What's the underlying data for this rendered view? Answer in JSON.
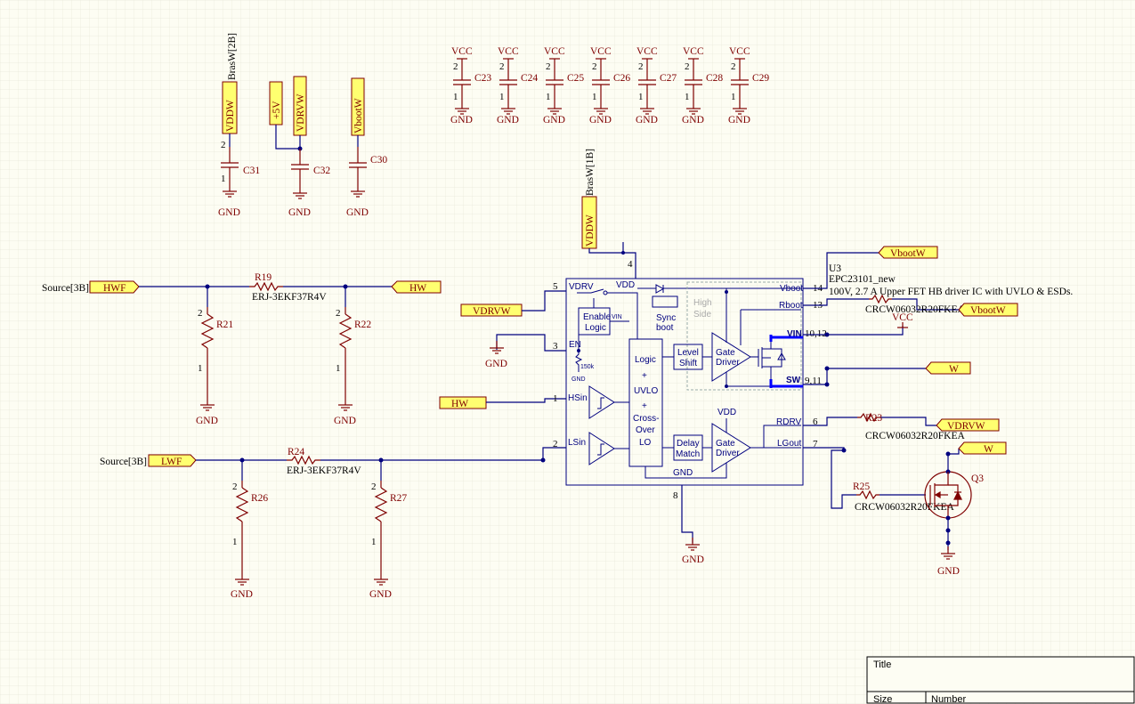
{
  "title_block": {
    "title_label": "Title",
    "size_label": "Size",
    "number_label": "Number"
  },
  "power": {
    "vcc": "VCC",
    "gnd": "GND",
    "p5v": "+5V"
  },
  "ports": {
    "vddw_a": "VDDW",
    "vdrvw_a": "VDRVW",
    "vbootw_a": "VbootW",
    "vddw_b": "VDDW",
    "hwf": "HWF",
    "hw_out": "HW",
    "lwf": "LWF",
    "vdrvw_in": "VDRVW",
    "hw_in": "HW",
    "vbootw_r": "VbootW",
    "vbootw_rboot": "VbootW",
    "w_sw": "W",
    "vdrvw_r": "VDRVW",
    "w_q": "W"
  },
  "sheet_labels": {
    "brasw2b": "BrasW[2B]",
    "brasw1b": "BrasW[1B]",
    "src_hwf": "Source[3B]",
    "src_lwf": "Source[3B]"
  },
  "designators": {
    "c23": "C23",
    "c24": "C24",
    "c25": "C25",
    "c26": "C26",
    "c27": "C27",
    "c28": "C28",
    "c29": "C29",
    "c30": "C30",
    "c31": "C31",
    "c32": "C32",
    "r19": "R19",
    "r21": "R21",
    "r22": "R22",
    "r23": "R23",
    "r24": "R24",
    "r25": "R25",
    "r26": "R26",
    "r27": "R27",
    "q3": "Q3",
    "u3": "U3"
  },
  "values": {
    "r19": "ERJ-3EKF37R4V",
    "r24": "ERJ-3EKF37R4V",
    "r23": "CRCW06032R20FKEA",
    "r25": "CRCW06032R20FKEA",
    "rboot": "CRCW06032R20FKEA",
    "u3_part": "EPC23101_new",
    "u3_desc": "100V, 2.7 A Upper FET HB driver IC with UVLO & ESDs."
  },
  "pin_numbers": {
    "p1": "2",
    "p2": "1"
  },
  "ic": {
    "pins": {
      "vdrv": "5",
      "en": "3",
      "hsin": "1",
      "lsin": "2",
      "vdd": "4",
      "gnd": "8",
      "vboot": "14",
      "rboot": "13",
      "vin": "10,12",
      "sw": "9,11",
      "rdrv": "6",
      "lgout": "7"
    },
    "labels": {
      "vdrv": "VDRV",
      "vdd": "VDD",
      "en": "EN",
      "hsin": "HSin",
      "lsin": "LSin",
      "gnd": "GND",
      "vboot": "Vboot",
      "rboot": "Rboot",
      "vin": "VIN",
      "sw": "SW",
      "rdrv": "RDRV",
      "lgout": "LGout",
      "vin_small": "VIN",
      "gnd_small": "GND",
      "r150k": "150k",
      "enable": "Enable",
      "logic": "Logic",
      "sync": "Sync",
      "boot": "boot",
      "high": "High",
      "side": "Side",
      "lvl1": "Level",
      "lvl2": "Shift",
      "gd1a": "Gate",
      "gd1b": "Driver",
      "gd2a": "Gate",
      "gd2b": "Driver",
      "vdd2": "VDD",
      "dm1": "Delay",
      "dm2": "Match",
      "uv1": "Logic",
      "uv2": "+",
      "uv3": "UVLO",
      "uv4": "+",
      "uv5": "Cross-",
      "uv6": "Over",
      "uv7": "LO"
    }
  },
  "colors": {
    "wire": "#00007f",
    "component": "#7f0000",
    "port_fill": "#ffff70",
    "background": "#fdfdf3",
    "grid": "#e4e4d6"
  }
}
